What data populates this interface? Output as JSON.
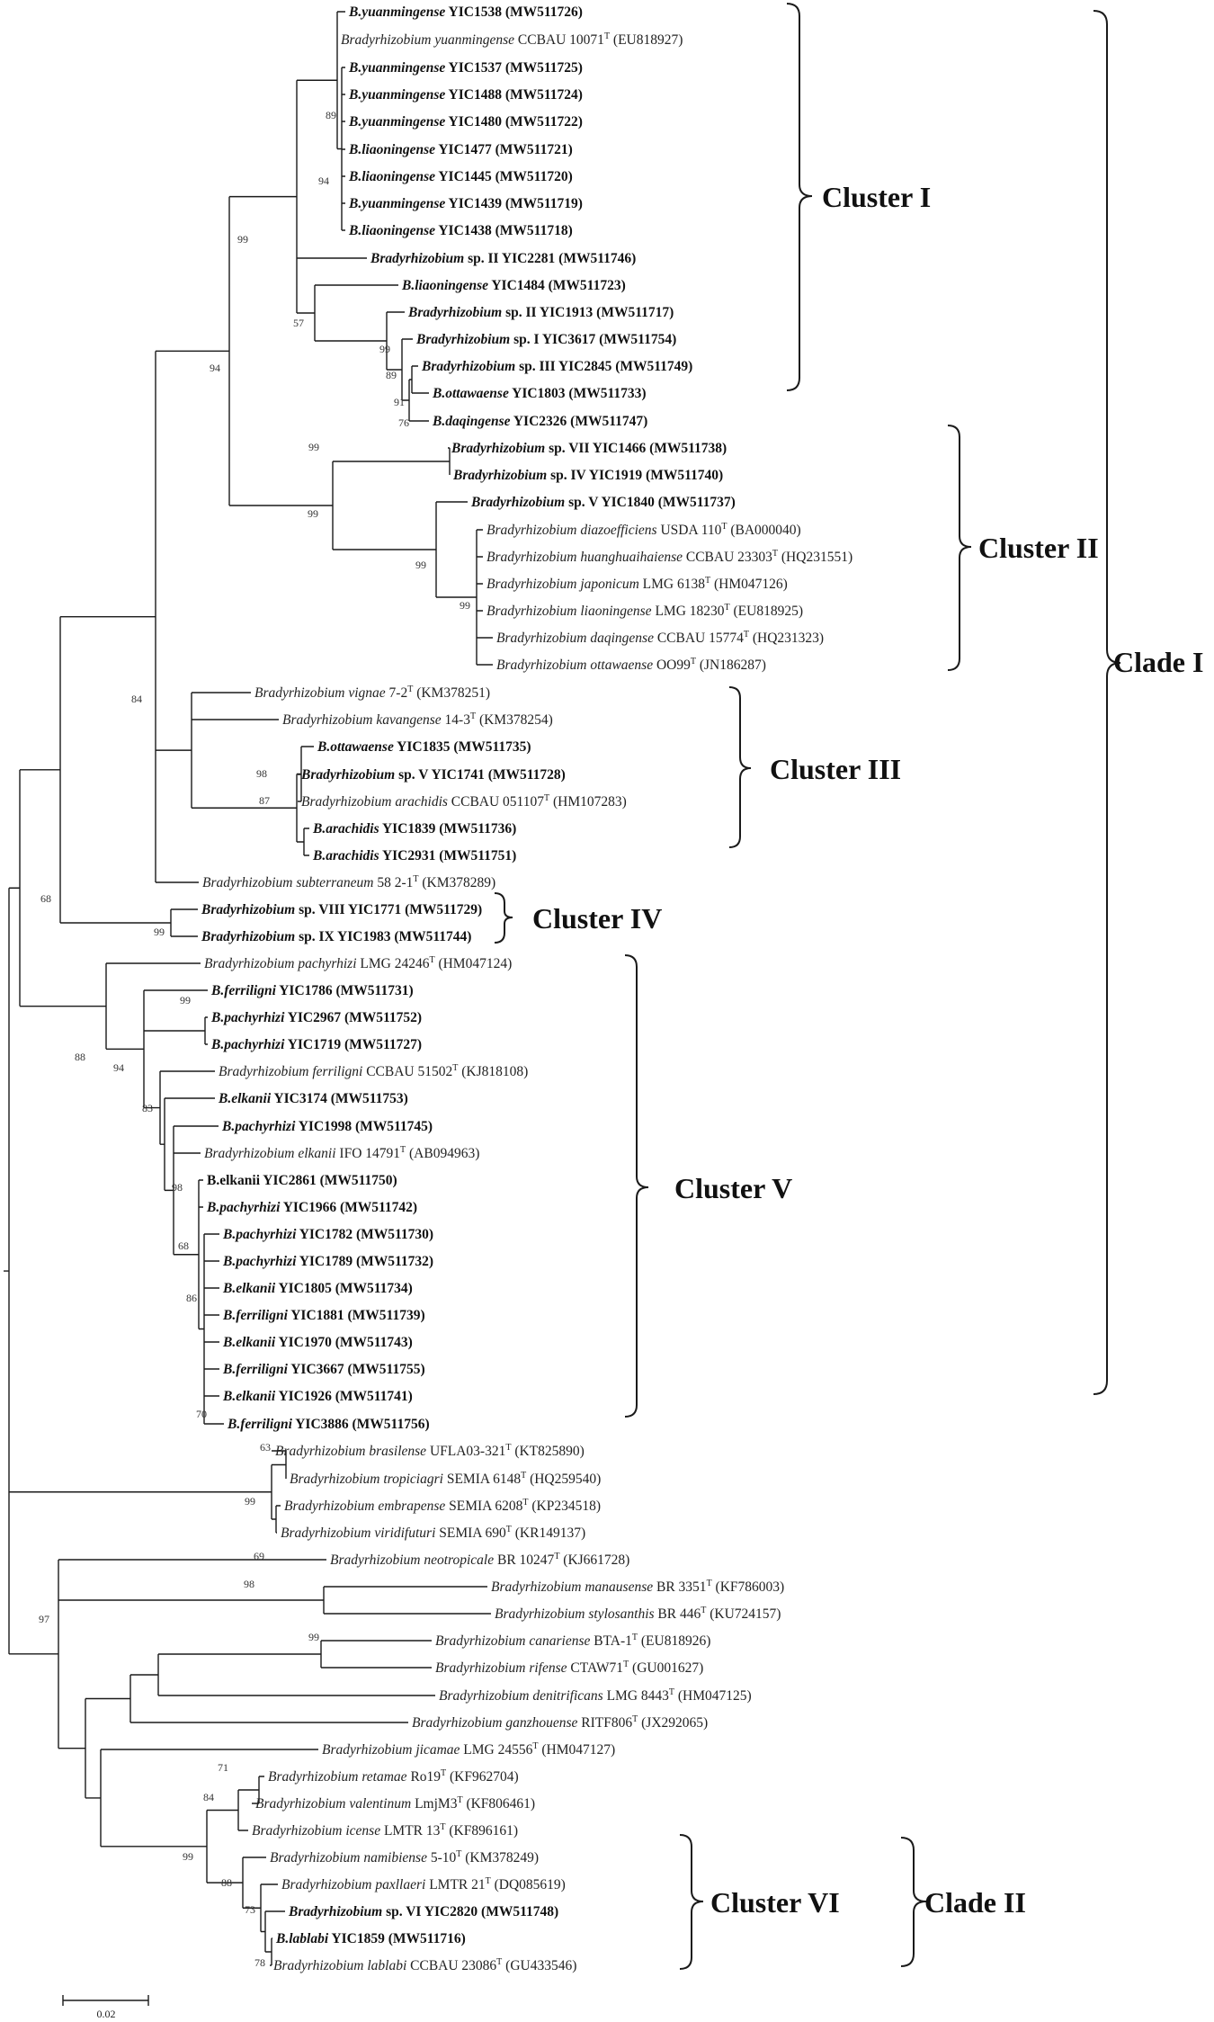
{
  "taxa": [
    {
      "id": "t1",
      "name": "B.yuanmingense",
      "rest": "YIC1538 (MW511726)",
      "bold": true
    },
    {
      "id": "t2",
      "name": "Bradyrhizobium yuanmingense",
      "rest": "CCBAU 10071",
      "sup": "T",
      "acc": "(EU818927)",
      "bold": false
    },
    {
      "id": "t3",
      "name": "B.yuanmingense",
      "rest": "YIC1537 (MW511725)",
      "bold": true
    },
    {
      "id": "t4",
      "name": "B.yuanmingense",
      "rest": "YIC1488 (MW511724)",
      "bold": true
    },
    {
      "id": "t5",
      "name": "B.yuanmingense",
      "rest": "YIC1480 (MW511722)",
      "bold": true
    },
    {
      "id": "t6",
      "name": "B.liaoningense",
      "rest": "YIC1477 (MW511721)",
      "bold": true
    },
    {
      "id": "t7",
      "name": "B.liaoningense",
      "rest": "YIC1445 (MW511720)",
      "bold": true
    },
    {
      "id": "t8",
      "name": "B.yuanmingense",
      "rest": "YIC1439 (MW511719)",
      "bold": true
    },
    {
      "id": "t9",
      "name": "B.liaoningense",
      "rest": "YIC1438 (MW511718)",
      "bold": true
    },
    {
      "id": "t10",
      "name": "Bradyrhizobium",
      "rest": "sp. II YIC2281 (MW511746)",
      "bold": true
    },
    {
      "id": "t11",
      "name": "B.liaoningense",
      "rest": "YIC1484 (MW511723)",
      "bold": true
    },
    {
      "id": "t12",
      "name": "Bradyrhizobium",
      "rest": "sp. II YIC1913 (MW511717)",
      "bold": true
    },
    {
      "id": "t13",
      "name": "Bradyrhizobium",
      "rest": "sp. I YIC3617 (MW511754)",
      "bold": true
    },
    {
      "id": "t14",
      "name": "Bradyrhizobium",
      "rest": "sp. III YIC2845 (MW511749)",
      "bold": true
    },
    {
      "id": "t15",
      "name": "B.ottawaense",
      "rest": "YIC1803 (MW511733)",
      "bold": true
    },
    {
      "id": "t16",
      "name": "B.daqingense",
      "rest": "YIC2326 (MW511747)",
      "bold": true
    },
    {
      "id": "t17",
      "name": "Bradyrhizobium",
      "rest": "sp. VII YIC1466 (MW511738)",
      "bold": true
    },
    {
      "id": "t18",
      "name": "Bradyrhizobium",
      "rest": "sp. IV YIC1919 (MW511740)",
      "bold": true
    },
    {
      "id": "t19",
      "name": "Bradyrhizobium",
      "rest": "sp. V YIC1840 (MW511737)",
      "bold": true
    },
    {
      "id": "t20",
      "name": "Bradyrhizobium diazoefficiens",
      "rest": "USDA 110",
      "sup": "T",
      "acc": "(BA000040)",
      "bold": false
    },
    {
      "id": "t21",
      "name": "Bradyrhizobium huanghuaihaiense",
      "rest": "CCBAU 23303",
      "sup": "T",
      "acc": "(HQ231551)",
      "bold": false
    },
    {
      "id": "t22",
      "name": "Bradyrhizobium japonicum",
      "rest": "LMG 6138",
      "sup": "T",
      "acc": "(HM047126)",
      "bold": false
    },
    {
      "id": "t23",
      "name": "Bradyrhizobium liaoningense",
      "rest": "LMG 18230",
      "sup": "T",
      "acc": "(EU818925)",
      "bold": false
    },
    {
      "id": "t24",
      "name": "Bradyrhizobium daqingense",
      "rest": "CCBAU 15774",
      "sup": "T",
      "acc": "(HQ231323)",
      "bold": false
    },
    {
      "id": "t25",
      "name": "Bradyrhizobium ottawaense",
      "rest": "OO99",
      "sup": "T",
      "acc": "(JN186287)",
      "bold": false
    },
    {
      "id": "t26",
      "name": "Bradyrhizobium vignae",
      "rest": "7-2",
      "sup": "T",
      "acc": "(KM378251)",
      "bold": false
    },
    {
      "id": "t27",
      "name": "Bradyrhizobium kavangense",
      "rest": "14-3",
      "sup": "T",
      "acc": "(KM378254)",
      "bold": false
    },
    {
      "id": "t28",
      "name": "B.ottawaense",
      "rest": "YIC1835 (MW511735)",
      "bold": true
    },
    {
      "id": "t29",
      "name": "Bradyrhizobium",
      "rest": "sp. V YIC1741 (MW511728)",
      "bold": true
    },
    {
      "id": "t30",
      "name": "Bradyrhizobium arachidis",
      "rest": "CCBAU 051107",
      "sup": "T",
      "acc": "(HM107283)",
      "bold": false
    },
    {
      "id": "t31",
      "name": "B.arachidis",
      "rest": "YIC1839 (MW511736)",
      "bold": true
    },
    {
      "id": "t32",
      "name": "B.arachidis",
      "rest": "YIC2931 (MW511751)",
      "bold": true
    },
    {
      "id": "t33",
      "name": "Bradyrhizobium subterraneum",
      "rest": "58 2-1",
      "sup": "T",
      "acc": "(KM378289)",
      "bold": false
    },
    {
      "id": "t34",
      "name": "Bradyrhizobium",
      "rest": "sp. VIII YIC1771 (MW511729)",
      "bold": true
    },
    {
      "id": "t35",
      "name": "Bradyrhizobium",
      "rest": "sp. IX YIC1983 (MW511744)",
      "bold": true
    },
    {
      "id": "t36",
      "name": "Bradyrhizobium pachyrhizi",
      "rest": "LMG 24246",
      "sup": "T",
      "acc": "(HM047124)",
      "bold": false
    },
    {
      "id": "t37",
      "name": "B.ferriligni",
      "rest": "YIC1786 (MW511731)",
      "bold": true
    },
    {
      "id": "t38",
      "name": "B.pachyrhizi",
      "rest": "YIC2967 (MW511752)",
      "bold": true
    },
    {
      "id": "t39",
      "name": "B.pachyrhizi",
      "rest": "YIC1719 (MW511727)",
      "bold": true
    },
    {
      "id": "t40",
      "name": "Bradyrhizobium ferriligni",
      "rest": "CCBAU 51502",
      "sup": "T",
      "acc": "(KJ818108)",
      "bold": false
    },
    {
      "id": "t41",
      "name": "B.elkanii",
      "rest": "YIC3174 (MW511753)",
      "bold": true
    },
    {
      "id": "t42",
      "name": "B.pachyrhizi",
      "rest": "YIC1998 (MW511745)",
      "bold": true
    },
    {
      "id": "t43",
      "name": "Bradyrhizobium elkanii",
      "rest": "IFO 14791",
      "sup": "T",
      "acc": "(AB094963)",
      "bold": false
    },
    {
      "id": "t44",
      "name": "B.elkanii YIC2861 (MW511750)",
      "rest": "",
      "bold": true,
      "upright": true
    },
    {
      "id": "t45",
      "name": "B.pachyrhizi",
      "rest": "YIC1966 (MW511742)",
      "bold": true
    },
    {
      "id": "t46",
      "name": "B.pachyrhizi",
      "rest": "YIC1782 (MW511730)",
      "bold": true
    },
    {
      "id": "t47",
      "name": "B.pachyrhizi",
      "rest": "YIC1789 (MW511732)",
      "bold": true
    },
    {
      "id": "t48",
      "name": "B.elkanii",
      "rest": "YIC1805 (MW511734)",
      "bold": true
    },
    {
      "id": "t49",
      "name": "B.ferriligni",
      "rest": "YIC1881 (MW511739)",
      "bold": true
    },
    {
      "id": "t50",
      "name": "B.elkanii",
      "rest": "YIC1970 (MW511743)",
      "bold": true
    },
    {
      "id": "t51",
      "name": "B.ferriligni",
      "rest": "YIC3667 (MW511755)",
      "bold": true
    },
    {
      "id": "t52",
      "name": "B.elkanii",
      "rest": "YIC1926 (MW511741)",
      "bold": true
    },
    {
      "id": "t53",
      "name": "B.ferriligni",
      "rest": "YIC3886 (MW511756)",
      "bold": true
    },
    {
      "id": "t54",
      "name": "Bradyrhizobium brasilense",
      "rest": "UFLA03-321",
      "sup": "T",
      "acc": "(KT825890)",
      "bold": false
    },
    {
      "id": "t55",
      "name": "Bradyrhizobium tropiciagri",
      "rest": "SEMIA 6148",
      "sup": "T",
      "acc": "(HQ259540)",
      "bold": false
    },
    {
      "id": "t56",
      "name": "Bradyrhizobium embrapense",
      "rest": "SEMIA 6208",
      "sup": "T",
      "acc": "(KP234518)",
      "bold": false
    },
    {
      "id": "t57",
      "name": "Bradyrhizobium viridifuturi",
      "rest": "SEMIA 690",
      "sup": "T",
      "acc": "(KR149137)",
      "bold": false
    },
    {
      "id": "t58",
      "name": "Bradyrhizobium neotropicale",
      "rest": "BR 10247",
      "sup": "T",
      "acc": "(KJ661728)",
      "bold": false
    },
    {
      "id": "t59",
      "name": "Bradyrhizobium manausense",
      "rest": "BR 3351",
      "sup": "T",
      "acc": "(KF786003)",
      "bold": false
    },
    {
      "id": "t60",
      "name": "Bradyrhizobium stylosanthis",
      "rest": "BR 446",
      "sup": "T",
      "acc": "(KU724157)",
      "bold": false
    },
    {
      "id": "t61",
      "name": "Bradyrhizobium canariense",
      "rest": "BTA-1",
      "sup": "T",
      "acc": "(EU818926)",
      "bold": false
    },
    {
      "id": "t62",
      "name": "Bradyrhizobium rifense",
      "rest": "CTAW71",
      "sup": "T",
      "acc": "(GU001627)",
      "bold": false
    },
    {
      "id": "t63",
      "name": "Bradyrhizobium denitrificans",
      "rest": "LMG 8443",
      "sup": "T",
      "acc": "(HM047125)",
      "bold": false
    },
    {
      "id": "t64",
      "name": "Bradyrhizobium ganzhouense",
      "rest": "RITF806",
      "sup": "T",
      "acc": "(JX292065)",
      "bold": false
    },
    {
      "id": "t65",
      "name": "Bradyrhizobium jicamae",
      "rest": "LMG 24556",
      "sup": "T",
      "acc": "(HM047127)",
      "bold": false
    },
    {
      "id": "t66",
      "name": "Bradyrhizobium retamae",
      "rest": "Ro19",
      "sup": "T",
      "acc": "(KF962704)",
      "bold": false
    },
    {
      "id": "t67",
      "name": "Bradyrhizobium valentinum",
      "rest": "LmjM3",
      "sup": "T",
      "acc": "(KF806461)",
      "bold": false
    },
    {
      "id": "t68",
      "name": "Bradyrhizobium icense",
      "rest": "LMTR 13",
      "sup": "T",
      "acc": "(KF896161)",
      "bold": false
    },
    {
      "id": "t69",
      "name": "Bradyrhizobium namibiense",
      "rest": "5-10",
      "sup": "T",
      "acc": "(KM378249)",
      "bold": false
    },
    {
      "id": "t70",
      "name": "Bradyrhizobium paxllaeri",
      "rest": "LMTR 21",
      "sup": "T",
      "acc": "(DQ085619)",
      "bold": false
    },
    {
      "id": "t71",
      "name": "Bradyrhizobium",
      "rest": "sp. VI YIC2820 (MW511748)",
      "bold": true
    },
    {
      "id": "t72",
      "name": "B.lablabi",
      "rest": "YIC1859 (MW511716)",
      "bold": true
    },
    {
      "id": "t73",
      "name": "Bradyrhizobium lablabi",
      "rest": "CCBAU 23086",
      "sup": "T",
      "acc": "(GU433546)",
      "bold": false
    }
  ],
  "bootstrap": [
    "89",
    "94",
    "99",
    "57",
    "99",
    "89",
    "91",
    "76",
    "94",
    "99",
    "99",
    "99",
    "99",
    "84",
    "98",
    "87",
    "68",
    "99",
    "88",
    "99",
    "94",
    "83",
    "98",
    "68",
    "86",
    "70",
    "63",
    "99",
    "69",
    "98",
    "97",
    "99",
    "71",
    "84",
    "99",
    "88",
    "73",
    "78"
  ],
  "groups": {
    "cluster_i": "Cluster I",
    "cluster_ii": "Cluster II",
    "cluster_iii": "Cluster III",
    "cluster_iv": "Cluster IV",
    "cluster_v": "Cluster V",
    "cluster_vi": "Cluster VI",
    "clade_i": "Clade I",
    "clade_ii": "Clade II"
  },
  "scale": {
    "label": "0.02"
  }
}
